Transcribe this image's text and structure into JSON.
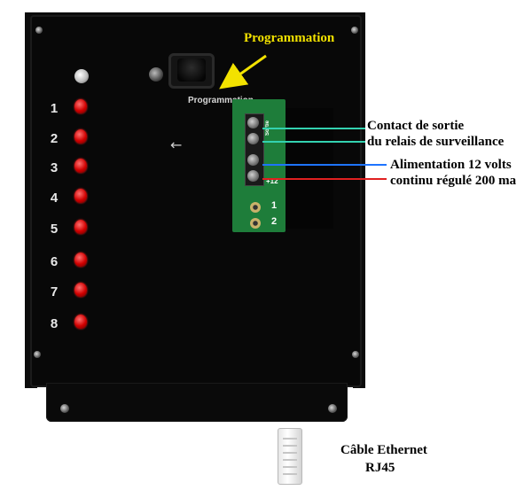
{
  "labels": {
    "programmation_callout": "Programmation",
    "programmation_silk": "Programmation",
    "contact_line1": "Contact de sortie",
    "contact_line2": "du relais de surveillance",
    "power_line1": "Alimentation 12 volts",
    "power_line2": "continu régulé 200 ma",
    "ethernet_line1": "Câble Ethernet",
    "ethernet_line2": "RJ45"
  },
  "leds": [
    "1",
    "2",
    "3",
    "4",
    "5",
    "6",
    "7",
    "8"
  ],
  "pcb": {
    "plus12": "+12",
    "relay_text": "Sortie",
    "pin1": "1",
    "pin2": "2"
  },
  "colors": {
    "callout": "#f2e200",
    "contact_wire": "#33d2b0",
    "power_negative_wire": "#1e74ff",
    "power_positive_wire": "#e02020",
    "led_red": "#d00000",
    "pcb_green": "#1e7d3a"
  }
}
